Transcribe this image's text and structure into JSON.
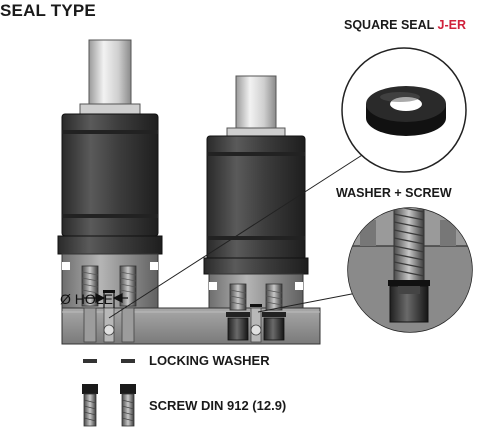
{
  "title": "SEAL TYPE",
  "labels": {
    "square_seal_prefix": "SQUARE SEAL ",
    "square_seal_code": "J-ER",
    "washer_screw": "WASHER + SCREW",
    "hole": "Ø HOLE",
    "locking_washer": "LOCKING WASHER",
    "screw": "SCREW DIN 912 (12.9)"
  },
  "colors": {
    "accent": "#d0213b",
    "body_dark": "#3a3a3a",
    "plate": "#8e8e8e",
    "rod": "#d7d7d7"
  }
}
